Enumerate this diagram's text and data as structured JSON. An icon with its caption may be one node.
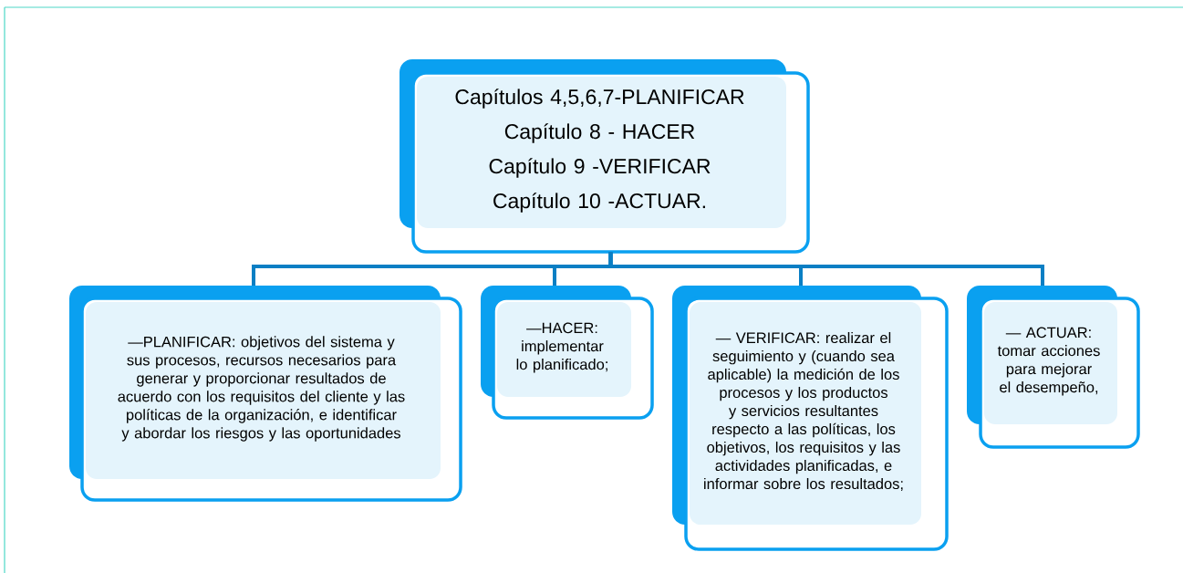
{
  "diagram": {
    "nodes": [
      {
        "text": [
          "Capítulos 4,5,6,7-PLANIFICAR",
          "Capítulo 8 - HACER",
          "Capítulo 9 -VERIFICAR",
          "Capítulo 10 -ACTUAR."
        ]
      },
      {
        "text": [
          "—PLANIFICAR:   objetivos del sistema y sus procesos, recursos necesarios para generar y proporcionar resultados de acuerdo con los requisitos del cliente y las políticas de la organización, e identificar y abordar los riesgos y las oportunidades"
        ]
      },
      {
        "text": [
          "—HACER: implementar lo planificado;"
        ]
      },
      {
        "text": [
          "— VERIFICAR:  realizar el seguimiento y (cuando sea aplicable) la medición de los procesos y los productos y servicios resultantes respecto a las políticas, los objetivos, los requisitos y las actividades planificadas, e informar sobre los resultados;"
        ]
      },
      {
        "text": [
          "— ACTUAR: tomar acciones para mejorar el desempeño,"
        ]
      }
    ],
    "edges": [
      {
        "from": 0,
        "to": 1,
        "arrow": "none"
      },
      {
        "from": 0,
        "to": 2,
        "arrow": "none"
      },
      {
        "from": 0,
        "to": 3,
        "arrow": "none"
      },
      {
        "from": 0,
        "to": 4,
        "arrow": "none"
      }
    ]
  }
}
